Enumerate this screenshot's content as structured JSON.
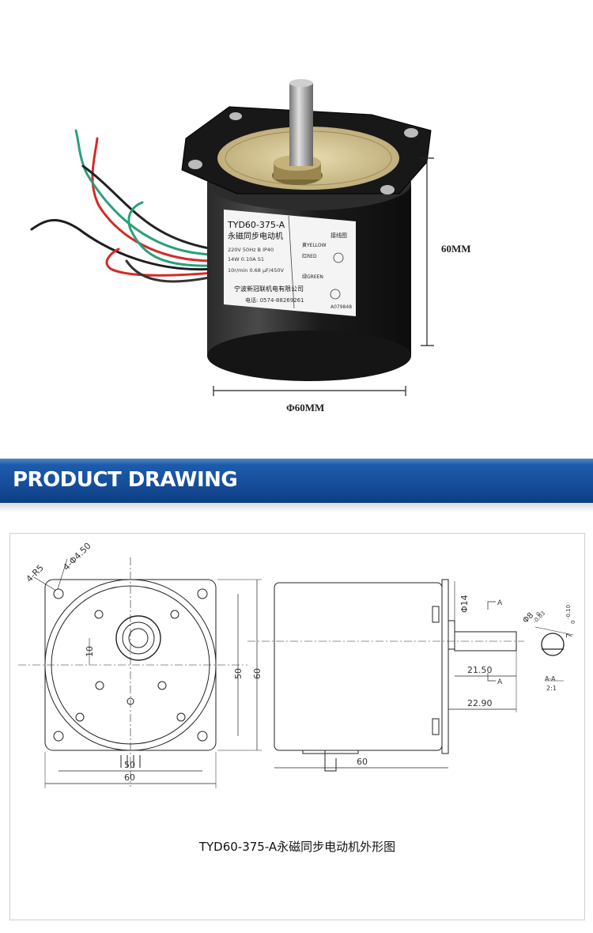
{
  "photo": {
    "label_model": "TYD60-375-A",
    "label_name": "永磁同步电动机",
    "label_wiring": "接线图",
    "label_yellow": "黄YELLOW",
    "label_red": "红RED",
    "label_green": "绿GREEN",
    "label_specs": [
      "220V 50Hz B IP40",
      "14W 0.10A S1",
      "10r/min 0.68 μF/450V"
    ],
    "label_company": "宁波新冠联机电有限公司",
    "label_phone": "电话: 0574-88269261",
    "label_serial": "A079848",
    "dim_height": "60MM",
    "dim_diameter": "Φ60MM"
  },
  "banner": {
    "title": "PRODUCT DRAWING"
  },
  "drawing": {
    "front": {
      "corner_r": "4-R5",
      "hole": "4-Φ4.50",
      "d10": "10",
      "d50_v": "50",
      "d60_v": "60",
      "d50_h": "50",
      "d60_h": "60"
    },
    "side": {
      "d14": "Φ14",
      "d2150": "21.50",
      "d2290": "22.90",
      "d60": "60"
    },
    "section": {
      "mark_a1": "A",
      "mark_a2": "A",
      "d8": "Φ8",
      "d8_tol": "-0.03",
      "d8_tol2": "0",
      "d7": "7",
      "d7_tol": "-0.10",
      "d7_tol2": "0",
      "view": "A-A",
      "scale": "2:1"
    },
    "caption": "TYD60-375-A永磁同步电动机外形图"
  }
}
